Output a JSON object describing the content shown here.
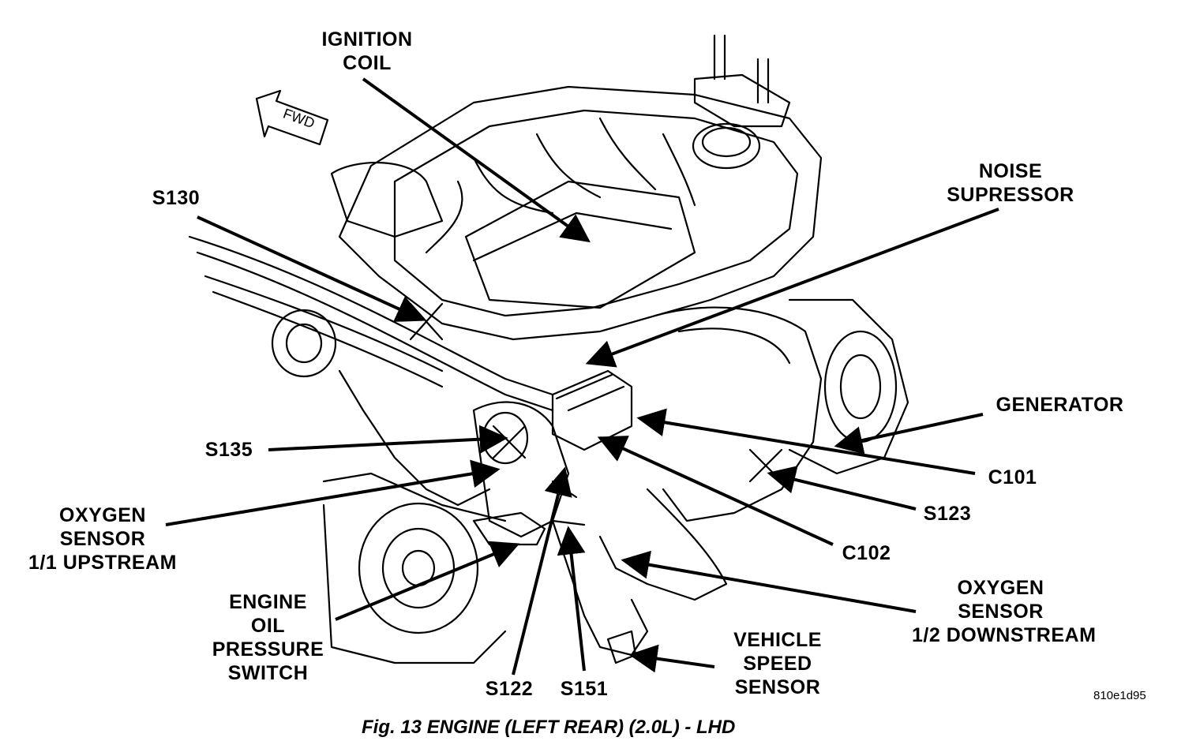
{
  "labels": {
    "ignition_coil": [
      "IGNITION",
      "COIL"
    ],
    "noise_supressor": [
      "NOISE",
      "SUPRESSOR"
    ],
    "s130": "S130",
    "generator": "GENERATOR",
    "s135": "S135",
    "c101": "C101",
    "s123": "S123",
    "oxygen_upstream": [
      "OXYGEN",
      "SENSOR",
      "1/1 UPSTREAM"
    ],
    "c102": "C102",
    "engine_oil": [
      "ENGINE",
      "OIL",
      "PRESSURE",
      "SWITCH"
    ],
    "oxygen_downstream": [
      "OXYGEN",
      "SENSOR",
      "1/2 DOWNSTREAM"
    ],
    "vehicle_speed": [
      "VEHICLE",
      "SPEED",
      "SENSOR"
    ],
    "s122": "S122",
    "s151": "S151"
  },
  "fwd_arrow": "FWD",
  "figure_id": "810e1d95",
  "caption": "Fig. 13 ENGINE (LEFT REAR) (2.0L) - LHD"
}
